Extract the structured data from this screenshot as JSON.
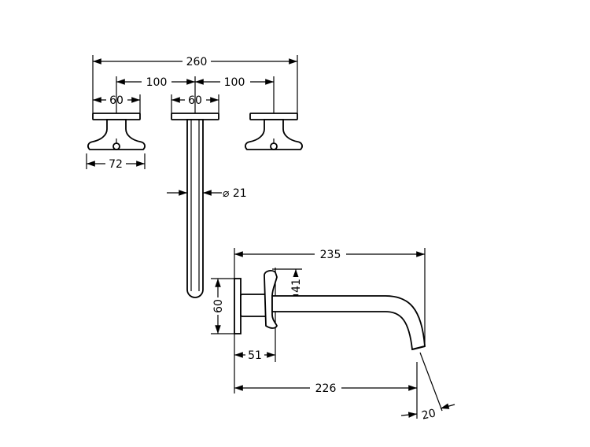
{
  "dimensions": {
    "overall_width": "260",
    "handle_spacing_left": "100",
    "handle_spacing_right": "100",
    "plate_left": "60",
    "plate_center": "60",
    "handle_width": "72",
    "spout_diameter": "⌀ 21",
    "spout_length_total": "235",
    "handle_height": "41",
    "plate_height": "60",
    "plate_depth": "51",
    "spout_reach": "226",
    "outlet_width": "20"
  },
  "colors": {
    "line": "#000000",
    "background": "#ffffff"
  }
}
